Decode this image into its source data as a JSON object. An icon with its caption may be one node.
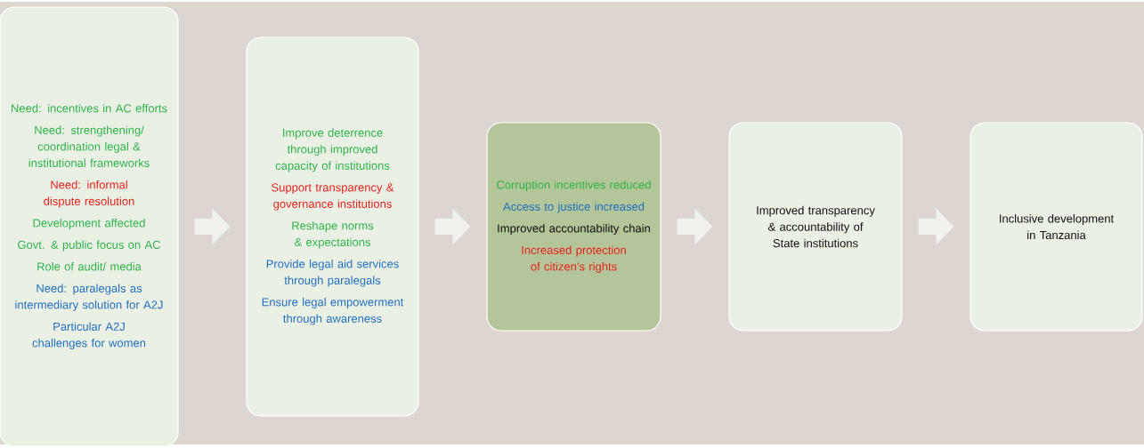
{
  "diagram": {
    "nodes": [
      {
        "text": [
          "Need: incentives in AC efforts",
          "Need: strengthening/ coordination legal & institutional frameworks",
          "Need: informal dispute resolution",
          "Development affected",
          "Govt. & public focus on AC",
          "Role of audit/ media",
          "Need: paralegals as intermediary solution for A2J",
          "Particular A2J challenges for women"
        ]
      },
      {
        "text": [
          "Improve deterrence through improved capacity of institutions",
          "Support transparency & governance institutions",
          "Reshape norms & expectations",
          "Provide legal aid services through paralegals",
          "Ensure legal empowerment through awareness"
        ]
      },
      {
        "text": [
          "Corruption incentives reduced",
          "Access to justice increased",
          "Improved accountability chain",
          "Increased protection of citizen’s rights"
        ]
      },
      {
        "text": [
          "Improved transparency & accountability of State institutions"
        ]
      },
      {
        "text": [
          "Inclusive development in Tanzania"
        ]
      }
    ],
    "edges": [
      {
        "from": 0,
        "to": 1,
        "arrow": "to"
      },
      {
        "from": 1,
        "to": 2,
        "arrow": "to"
      },
      {
        "from": 2,
        "to": 3,
        "arrow": "to"
      },
      {
        "from": 3,
        "to": 4,
        "arrow": "to"
      }
    ]
  }
}
